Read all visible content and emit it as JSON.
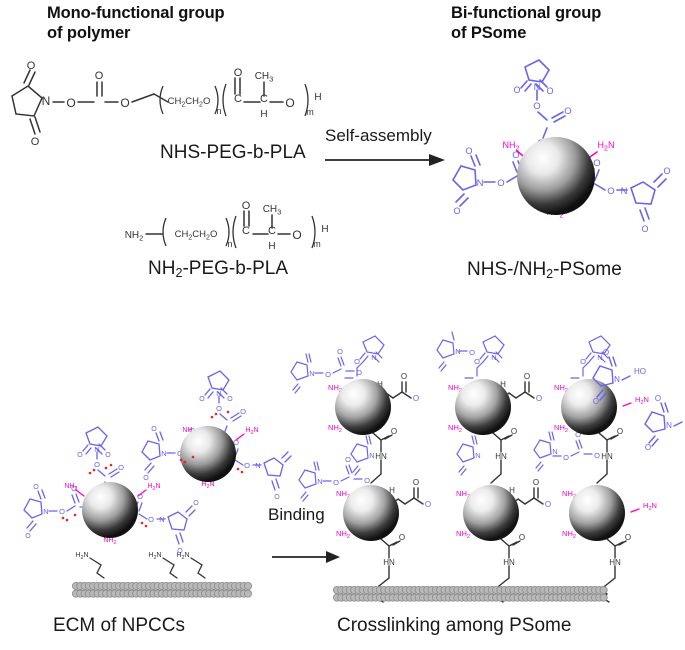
{
  "figure": {
    "title_left": "Mono-functional group of polymer",
    "title_right": "Bi-functional group of PSome"
  },
  "headings": {
    "left_line1": "Mono-functional group",
    "left_line2": "of polymer",
    "right_line1": "Bi-functional group",
    "right_line2": "of PSome"
  },
  "captions": {
    "polymer1": "NHS-PEG-b-PLA",
    "polymer2_pre": "NH",
    "polymer2_sub": "2",
    "polymer2_post": "-PEG-b-PLA",
    "psome_pre": "NHS-/NH",
    "psome_sub": "2",
    "psome_post": "-PSome",
    "ecm": "ECM of NPCCs",
    "crosslink": "Crosslinking among PSome"
  },
  "arrows": {
    "self_assembly": "Self-assembly",
    "binding": "Binding"
  },
  "chem_labels": {
    "O": "O",
    "N": "N",
    "H": "H",
    "C": "C",
    "CH3": "CH",
    "CH3_sub": "3",
    "NH2": "NH",
    "NH2_sub": "2",
    "H2N_pre": "H",
    "H2N_sub": "2",
    "H2N_post": "N",
    "HN": "HN",
    "HO": "HO",
    "n": "n",
    "m": "m",
    "ch2ch2o_a": "CH",
    "ch2ch2o_a_sub": "2",
    "ch2ch2o_b": "CH",
    "ch2ch2o_b_sub": "2",
    "ch2ch2o_c": "O"
  },
  "colors": {
    "nhs_blue": "#6a63ec",
    "amine_magenta": "#ff00cc",
    "bond_black": "#333333",
    "membrane_gray": "#8f8f8f",
    "membrane_fill": "#b9b9b9",
    "sphere_dark": "#1e1e1e",
    "sphere_light": "#ffffff",
    "red_dot": "#ee2222",
    "background": "#ffffff"
  },
  "structures": {
    "mono_polymer_1": "NHS-terminated PEG-b-PLA block copolymer with succinimidyl carbonate end group",
    "mono_polymer_2": "Amine-terminated PEG-b-PLA block copolymer",
    "psome": "Polymersome sphere bearing NHS carbonate and NH2 surface groups",
    "ecm": "Lipid bilayer membrane of NPCCs presenting H2N groups",
    "crosslinked": "Six PSome spheres amide-crosslinked to each other and anchored to the ECM bilayer",
    "byproduct": "Released N-hydroxysuccinimide (NHS-OH)"
  },
  "counts": {
    "free_psomes": 2,
    "network_psomes": 6,
    "free_nhs_oh": 2,
    "ecm_amines": 3,
    "network_anchors": 3
  }
}
